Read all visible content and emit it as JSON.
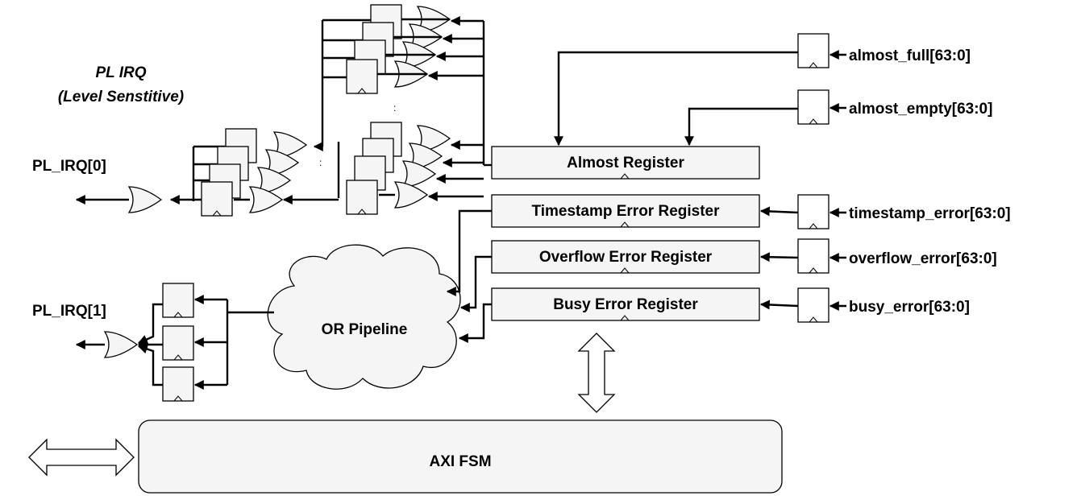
{
  "title": {
    "line1": "PL IRQ",
    "line2": "(Level Senstitive)"
  },
  "outputs": {
    "irq0": "PL_IRQ[0]",
    "irq1": "PL_IRQ[1]"
  },
  "registers": {
    "almost": "Almost Register",
    "timestamp": "Timestamp Error Register",
    "overflow": "Overflow Error Register",
    "busy": "Busy Error Register"
  },
  "inputs": {
    "almost_full": "almost_full[63:0]",
    "almost_empty": "almost_empty[63:0]",
    "timestamp_error": "timestamp_error[63:0]",
    "overflow_error": "overflow_error[63:0]",
    "busy_error": "busy_error[63:0]"
  },
  "pipeline": "OR Pipeline",
  "fsm": "AXI FSM",
  "dots": ":"
}
